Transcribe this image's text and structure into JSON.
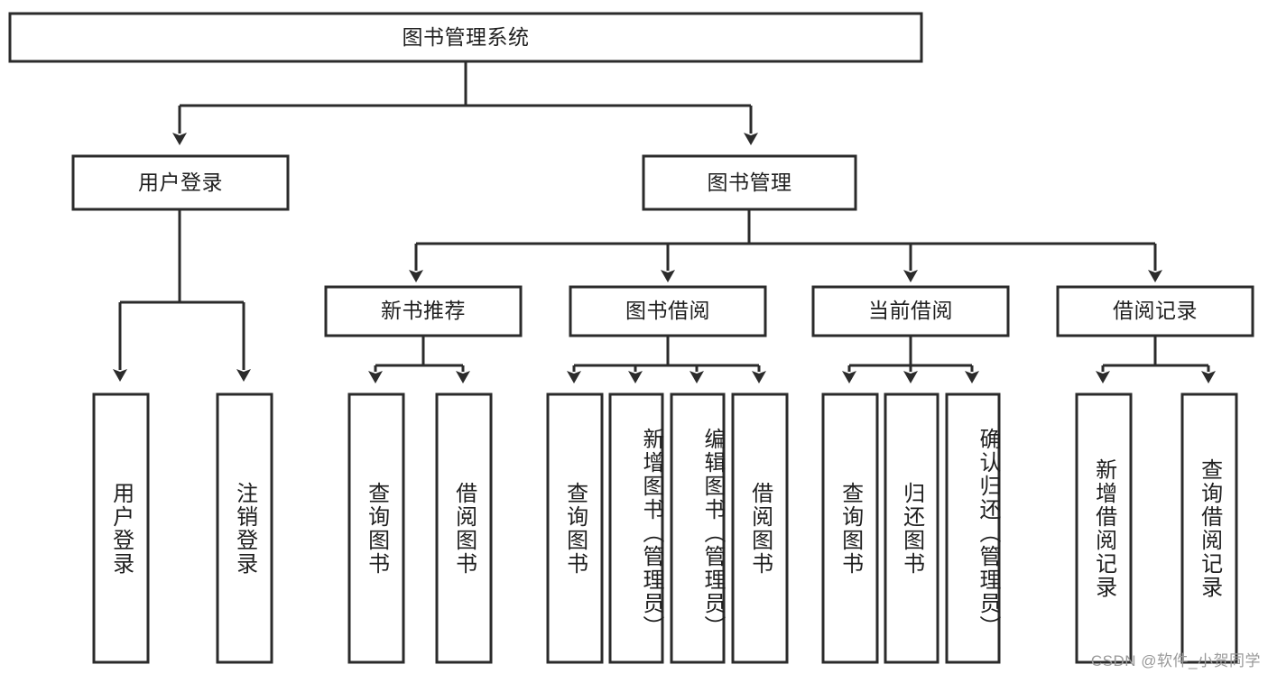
{
  "diagram": {
    "type": "tree",
    "title": "图书管理系统",
    "watermark": "CSDN @软件_小贺同学",
    "root": {
      "id": "root",
      "label": "图书管理系统",
      "orientation": "horizontal"
    },
    "level2": [
      {
        "id": "user-login",
        "label": "用户登录",
        "orientation": "horizontal"
      },
      {
        "id": "book-management",
        "label": "图书管理",
        "orientation": "horizontal"
      }
    ],
    "level3": [
      {
        "id": "new-book-recommend",
        "label": "新书推荐",
        "orientation": "horizontal",
        "parent": "book-management"
      },
      {
        "id": "book-borrow",
        "label": "图书借阅",
        "orientation": "horizontal",
        "parent": "book-management"
      },
      {
        "id": "current-borrow",
        "label": "当前借阅",
        "orientation": "horizontal",
        "parent": "book-management"
      },
      {
        "id": "borrow-record",
        "label": "借阅记录",
        "orientation": "horizontal",
        "parent": "book-management"
      }
    ],
    "leaves": [
      {
        "id": "leaf-user-login",
        "label": "用户登录",
        "orientation": "vertical",
        "parent": "user-login"
      },
      {
        "id": "leaf-logout-login",
        "label": "注销登录",
        "orientation": "vertical",
        "parent": "user-login"
      },
      {
        "id": "leaf-query-book-1",
        "label": "查询图书",
        "orientation": "vertical",
        "parent": "new-book-recommend"
      },
      {
        "id": "leaf-borrow-book-1",
        "label": "借阅图书",
        "orientation": "vertical",
        "parent": "new-book-recommend"
      },
      {
        "id": "leaf-query-book-2",
        "label": "查询图书",
        "orientation": "vertical",
        "parent": "book-borrow"
      },
      {
        "id": "leaf-add-book",
        "label": "新增图书（管理员）",
        "orientation": "vertical",
        "parent": "book-borrow"
      },
      {
        "id": "leaf-edit-book",
        "label": "编辑图书（管理员）",
        "orientation": "vertical",
        "parent": "book-borrow"
      },
      {
        "id": "leaf-borrow-book-2",
        "label": "借阅图书",
        "orientation": "vertical",
        "parent": "book-borrow"
      },
      {
        "id": "leaf-query-book-3",
        "label": "查询图书",
        "orientation": "vertical",
        "parent": "current-borrow"
      },
      {
        "id": "leaf-return-book",
        "label": "归还图书",
        "orientation": "vertical",
        "parent": "current-borrow"
      },
      {
        "id": "leaf-confirm-return",
        "label": "确认归还（管理员）",
        "orientation": "vertical",
        "parent": "current-borrow"
      },
      {
        "id": "leaf-add-record",
        "label": "新增借阅记录",
        "orientation": "vertical",
        "parent": "borrow-record"
      },
      {
        "id": "leaf-query-record",
        "label": "查询借阅记录",
        "orientation": "vertical",
        "parent": "borrow-record"
      }
    ],
    "colors": {
      "box_stroke": "#2b2b2b",
      "box_fill": "#ffffff",
      "connector": "#2b2b2b",
      "text": "#1f1f1f",
      "watermark": "#9a9a9a",
      "background": "#ffffff"
    }
  }
}
